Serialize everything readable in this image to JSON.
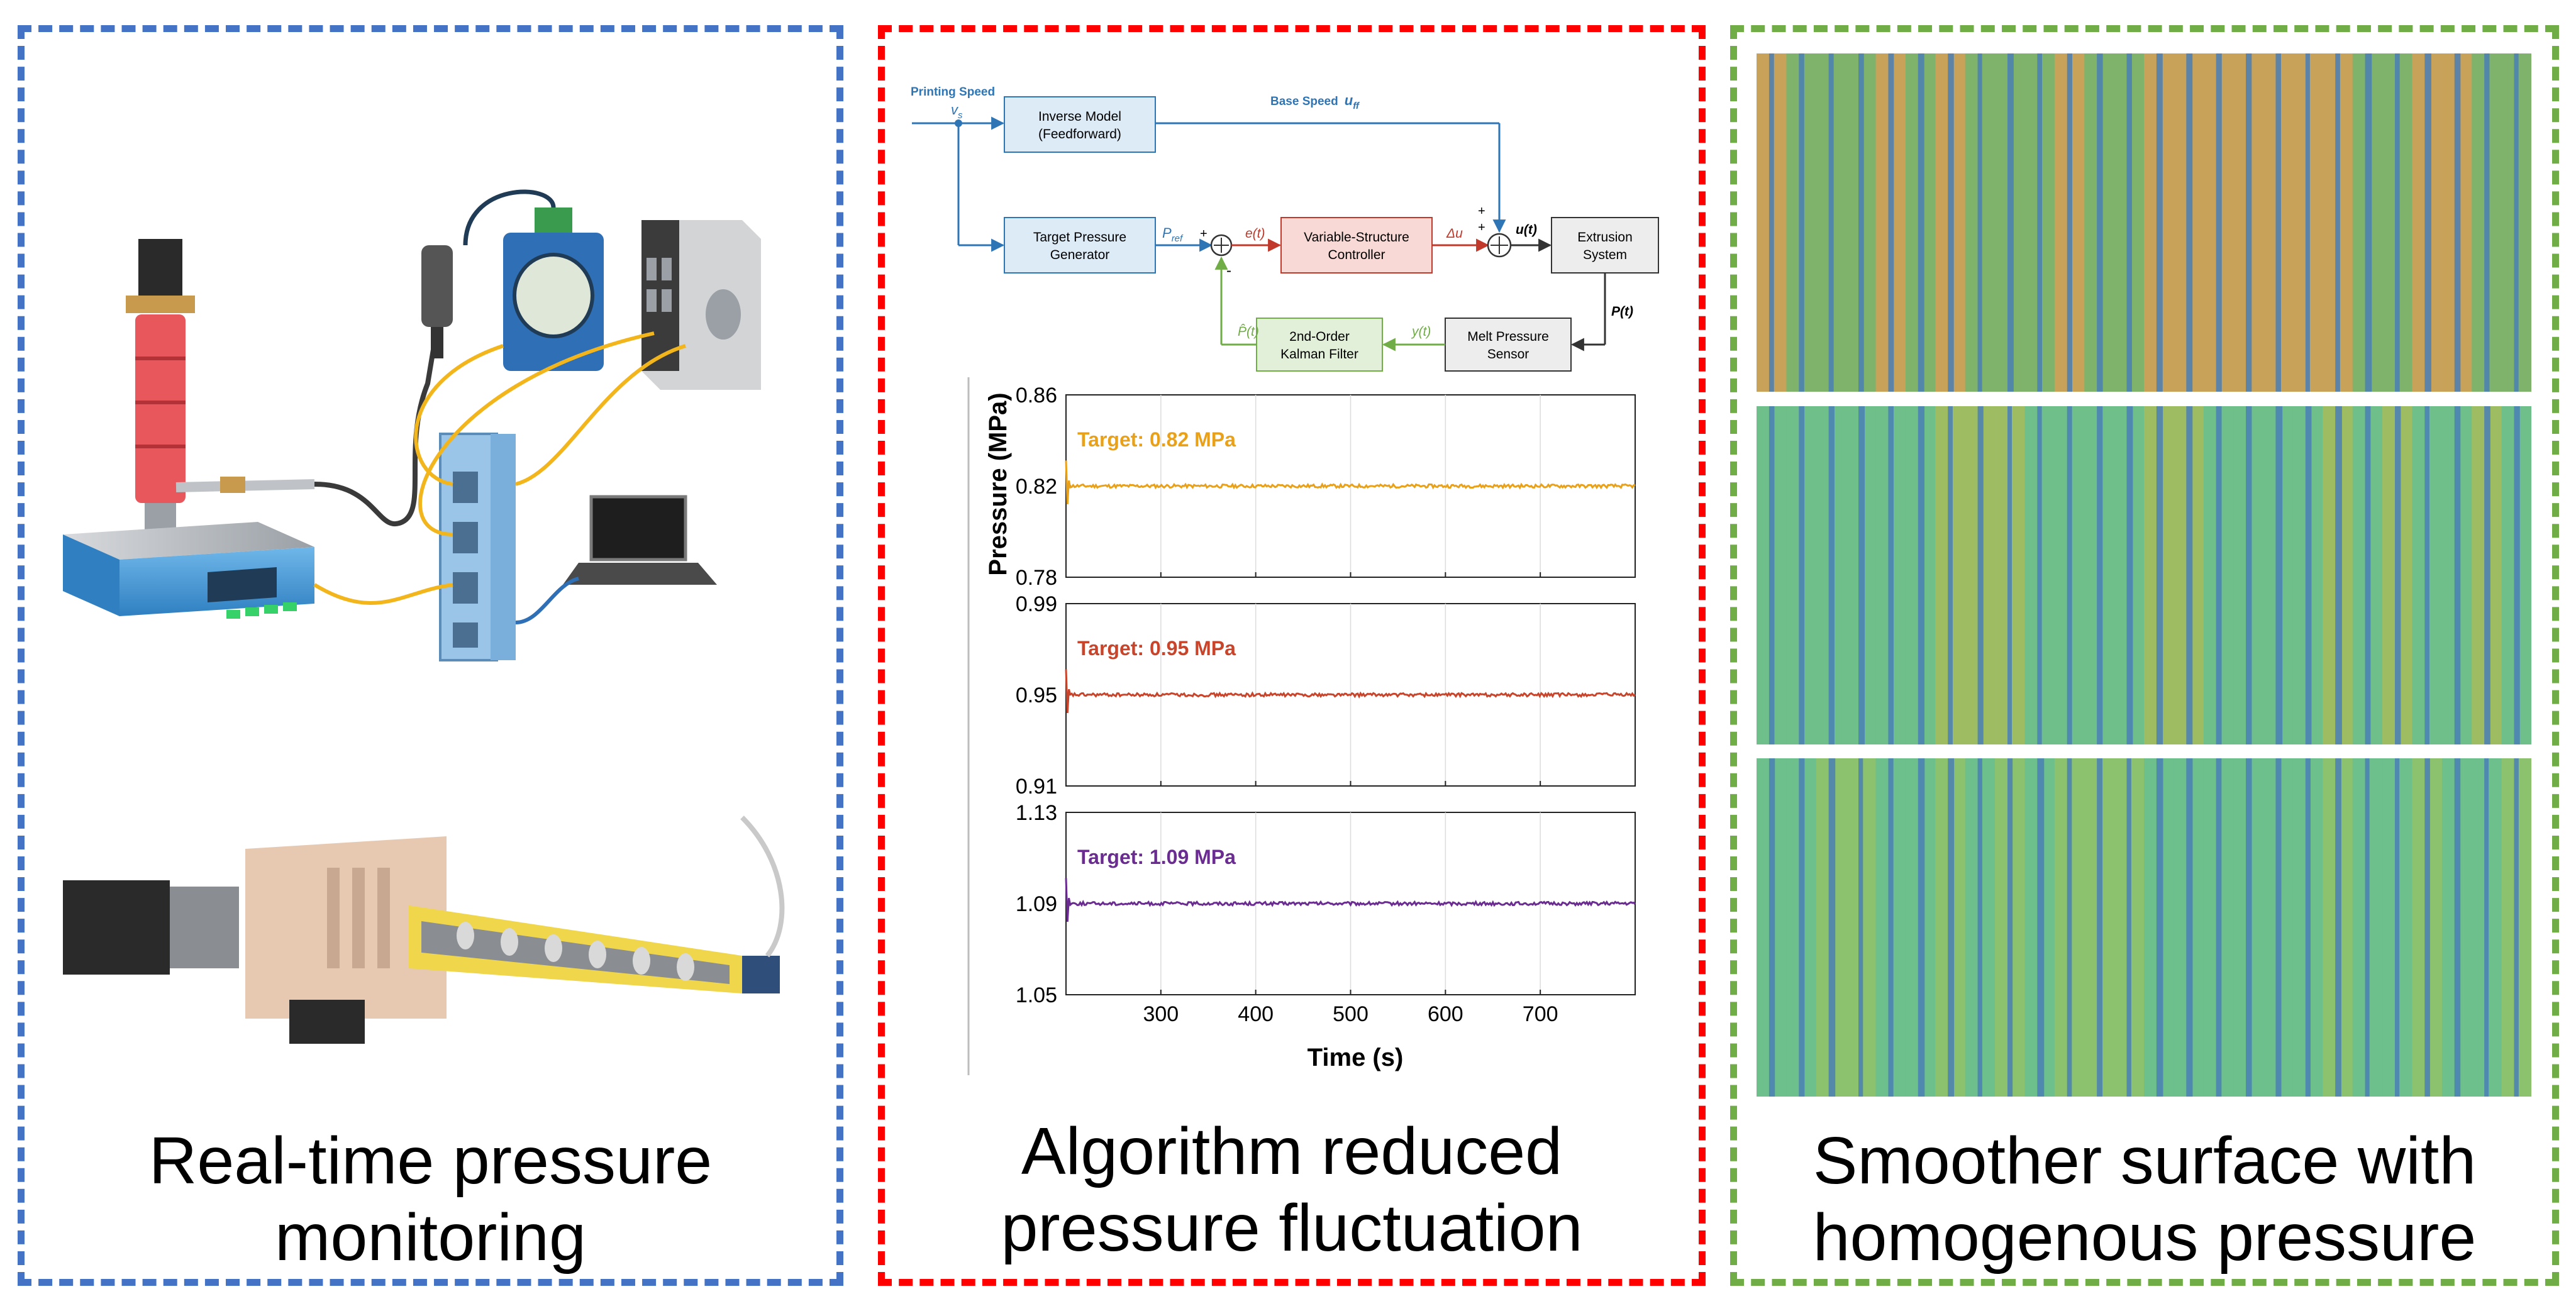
{
  "panels": [
    {
      "caption_line1": "Real-time pressure",
      "caption_line2": "monitoring",
      "border_color": "#4472c4"
    },
    {
      "caption_line1": "Algorithm reduced",
      "caption_line2": "pressure fluctuation",
      "border_color": "#ff0000"
    },
    {
      "caption_line1": "Smoother surface  with",
      "caption_line2": "homogenous pressure",
      "border_color": "#70ad47"
    }
  ],
  "block_diagram": {
    "input_label": "Printing Speed",
    "input_symbol": "v",
    "input_symbol_sub": "s",
    "base_speed_label": "Base Speed",
    "base_speed_symbol": "u",
    "base_speed_sub": "ff",
    "blocks": {
      "inverse_model_1": "Inverse Model",
      "inverse_model_2": "(Feedforward)",
      "target_gen_1": "Target Pressure",
      "target_gen_2": "Generator",
      "controller_1": "Variable-Structure",
      "controller_2": "Controller",
      "extrusion_1": "Extrusion",
      "extrusion_2": "System",
      "sensor_1": "Melt Pressure",
      "sensor_2": "Sensor",
      "kalman_1": "2nd-Order",
      "kalman_2": "Kalman Filter"
    },
    "signals": {
      "p_ref": "P",
      "p_ref_sub": "ref",
      "error": "e(t)",
      "delta_u": "Δu",
      "u_t": "u(t)",
      "p_t": "P(t)",
      "y_t": "y(t)",
      "p_hat": "P̂(t)",
      "plus": "+",
      "minus": "-"
    },
    "colors": {
      "feedforward": "#2e75b6",
      "controller": "#c0392b",
      "estimator": "#70ad47",
      "plant": "#555555"
    }
  },
  "chart_data": [
    {
      "type": "line",
      "title": "",
      "annotation": "Target: 0.82 MPa",
      "series": [
        {
          "name": "",
          "color": "#e9a11a",
          "target": 0.82,
          "x_start": 200,
          "x_end": 800
        }
      ],
      "ylim": [
        0.78,
        0.86
      ],
      "yticks": [
        "0.78",
        "0.82",
        "0.86"
      ],
      "xticks": [
        300,
        400,
        500,
        600,
        700
      ],
      "xlim": [
        200,
        800
      ],
      "grid": true
    },
    {
      "type": "line",
      "title": "",
      "annotation": "Target: 0.95 MPa",
      "series": [
        {
          "name": "",
          "color": "#c8442a",
          "target": 0.95,
          "x_start": 200,
          "x_end": 800
        }
      ],
      "ylim": [
        0.91,
        0.99
      ],
      "yticks": [
        "0.91",
        "0.95",
        "0.99"
      ],
      "xticks": [
        300,
        400,
        500,
        600,
        700
      ],
      "xlim": [
        200,
        800
      ],
      "grid": true
    },
    {
      "type": "line",
      "title": "",
      "annotation": "Target: 1.09 MPa",
      "series": [
        {
          "name": "",
          "color": "#6a2c91",
          "target": 1.09,
          "x_start": 200,
          "x_end": 800
        }
      ],
      "ylim": [
        1.05,
        1.13
      ],
      "yticks": [
        "1.05",
        "1.09",
        "1.13"
      ],
      "xticks": [
        300,
        400,
        500,
        600,
        700
      ],
      "xticklabels": [
        "300",
        "400",
        "500",
        "600",
        "700"
      ],
      "xlim": [
        200,
        800
      ],
      "grid": true
    }
  ],
  "axes": {
    "ylabel": "Pressure (MPa)",
    "xlabel": "Time (s)"
  },
  "surface_images": [
    {
      "stripe_colors": [
        "#c9a25a",
        "#7fb26a"
      ],
      "groove_color": "#4a7fb5"
    },
    {
      "stripe_colors": [
        "#9ebd63",
        "#6fbf8a"
      ],
      "groove_color": "#4a7fb5"
    },
    {
      "stripe_colors": [
        "#8cc26e",
        "#6dbf8c"
      ],
      "groove_color": "#4a7fb5"
    }
  ]
}
